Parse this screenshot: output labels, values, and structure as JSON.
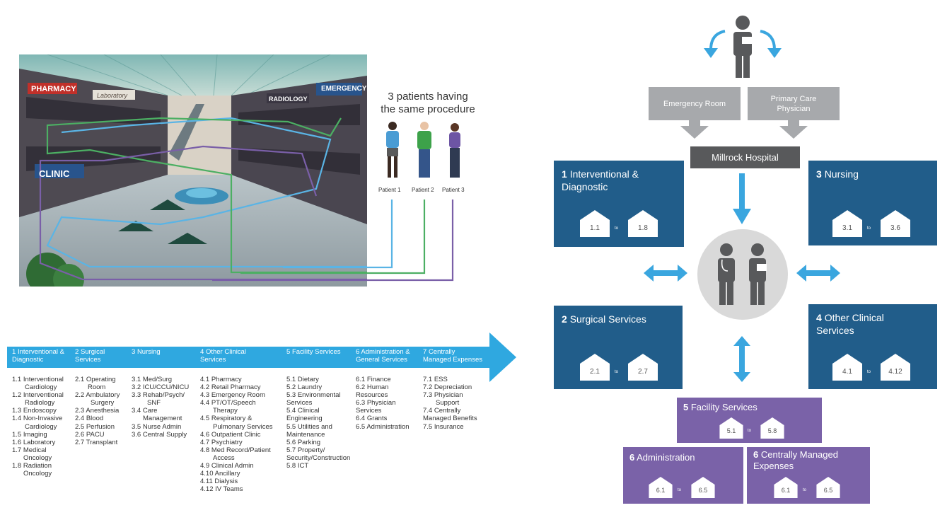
{
  "mall": {
    "signs": {
      "pharmacy": "PHARMACY",
      "laboratory": "Laboratory",
      "radiology": "RADIOLOGY",
      "emergency": "EMERGENCY",
      "clinic": "CLINIC"
    }
  },
  "patients": {
    "title_line1": "3 patients having",
    "title_line2": "the same procedure",
    "labels": [
      "Patient 1",
      "Patient 2",
      "Patient 3"
    ],
    "colors": [
      "#5ab4e5",
      "#4caf63",
      "#7a5fa8"
    ]
  },
  "banner": {
    "color": "#2fa8e0",
    "headers": [
      {
        "num": "1",
        "line1": "Interventional &",
        "line2": "Diagnostic"
      },
      {
        "num": "2",
        "line1": "Surgical",
        "line2": "Services"
      },
      {
        "num": "3",
        "line1": "Nursing",
        "line2": ""
      },
      {
        "num": "4",
        "line1": "Other Clinical",
        "line2": "Services"
      },
      {
        "num": "5",
        "line1": "Facility Services",
        "line2": ""
      },
      {
        "num": "6",
        "line1": "Administration &",
        "line2": "General Services"
      },
      {
        "num": "7",
        "line1": "Centrally",
        "line2": "Managed Expenses"
      }
    ]
  },
  "columns": {
    "c1": [
      "1.1 Interventional",
      "Cardiology",
      "1.2 Interventional",
      "Radiology",
      "1.3 Endoscopy",
      "1.4 Non-Invasive",
      "Cardiology",
      "1.5 Imaging",
      "1.6 Laboratory",
      "1.7 Medical",
      "Oncology",
      "1.8 Radiation",
      "Oncology"
    ],
    "c2": [
      "2.1 Operating",
      "Room",
      "2.2 Ambulatory",
      "Surgery",
      "2.3 Anesthesia",
      "2.4 Blood",
      "2.5 Perfusion",
      "2.6 PACU",
      "2.7 Transplant"
    ],
    "c3": [
      "3.1 Med/Surg",
      "3.2 ICU/CCU/NICU",
      "3.3 Rehab/Psych/",
      "SNF",
      "3.4 Care",
      "Management",
      "3.5 Nurse Admin",
      "3.6 Central Supply"
    ],
    "c4": [
      "4.1 Pharmacy",
      "4.2 Retail Pharmacy",
      "4.3 Emergency Room",
      "4.4 PT/OT/Speech",
      "Therapy",
      "4.5 Respiratory &",
      "Pulmonary Services",
      "4.6 Outpatient Clinic",
      "4.7 Psychiatry",
      "4.8 Med Record/Patient",
      "Access",
      "4.9 Clinical Admin",
      "4.10 Ancillary",
      "4.11 Dialysis",
      "4.12 IV Teams"
    ],
    "c5": [
      "5.1 Dietary",
      "5.2 Laundry",
      "5.3 Environmental",
      "Services",
      "5.4 Clinical",
      "Engineering",
      "5.5 Utilities and",
      "Maintenance",
      "5.6 Parking",
      "5.7 Property/",
      "Security/Construction",
      "5.8 ICT"
    ],
    "c6": [
      "6.1 Finance",
      "6.2 Human",
      "Resources",
      "6.3 Physician",
      "Services",
      "6.4 Grants",
      "6.5 Administration"
    ],
    "c7": [
      "7.1 ESS",
      "7.2 Depreciation",
      "7.3 Physician",
      "Support",
      "7.4 Centrally",
      "Managed Benefits",
      "7.5 Insurance"
    ]
  },
  "flow": {
    "er": "Emergency Room",
    "pcp_line1": "Primary Care",
    "pcp_line2": "Physician",
    "hospital": "Millrock Hospital",
    "to": "to",
    "arrow_color": "#3aa6df",
    "blue": "#215d8a",
    "purple": "#7a62a8",
    "gray": "#a7a9ac",
    "boxes": {
      "b1": {
        "num": "1",
        "line1": "Interventional &",
        "line2": "Diagnostic",
        "from": "1.1",
        "to": "1.8"
      },
      "b2": {
        "num": "2",
        "line1": "Surgical Services",
        "line2": "",
        "from": "2.1",
        "to": "2.7"
      },
      "b3": {
        "num": "3",
        "line1": "Nursing",
        "line2": "",
        "from": "3.1",
        "to": "3.6"
      },
      "b4": {
        "num": "4",
        "line1": "Other Clinical",
        "line2": "Services",
        "from": "4.1",
        "to": "4.12"
      },
      "b5": {
        "num": "5",
        "line1": "Facility Services",
        "line2": "",
        "from": "5.1",
        "to": "5.8"
      },
      "b6": {
        "num": "6",
        "line1": "Administration",
        "line2": "",
        "from": "6.1",
        "to": "6.5"
      },
      "b7": {
        "num": "6",
        "line1": "Centrally Managed",
        "line2": "Expenses",
        "from": "6.1",
        "to": "6.5"
      }
    }
  }
}
